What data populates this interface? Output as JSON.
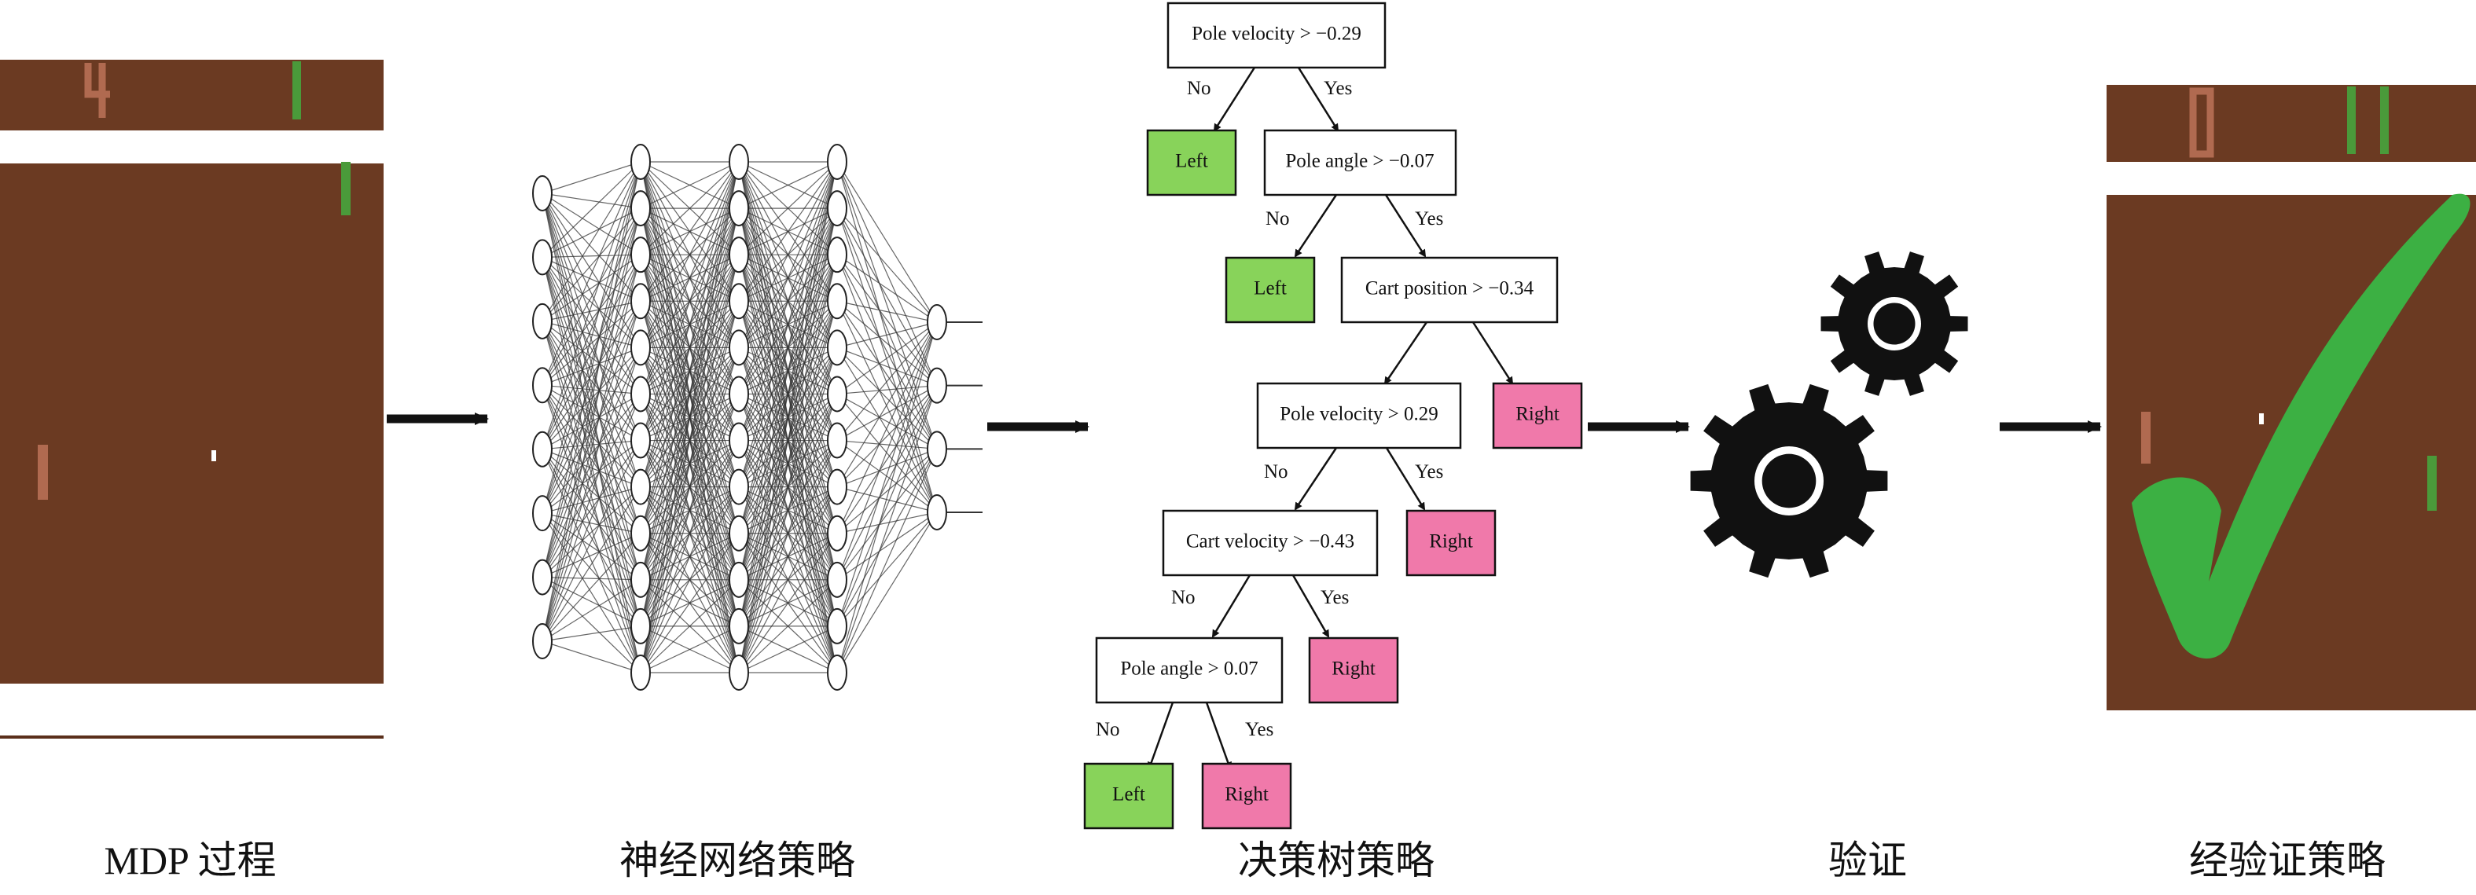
{
  "captions": {
    "mdp": "MDP 过程",
    "neural_policy": "神经网络策略",
    "tree_policy": "决策树策略",
    "verification": "验证",
    "verified_policy": "经验证策略"
  },
  "tree": {
    "no_label": "No",
    "yes_label": "Yes",
    "nodes": {
      "n1": "Pole velocity > −0.29",
      "n2": "Pole angle > −0.07",
      "n3": "Cart position > −0.34",
      "n4": "Pole velocity > 0.29",
      "n5": "Cart velocity > −0.43",
      "n6": "Pole angle > 0.07"
    },
    "leaves": {
      "l1": "Left",
      "l2": "Left",
      "l3": "Right",
      "l4": "Right",
      "l5": "Right",
      "l6": "Left",
      "l7": "Right"
    }
  },
  "colors": {
    "game_brown": "#6b3a22",
    "leaf_left": "#88d35a",
    "leaf_right": "#f079aa",
    "checkmark": "#3cb043",
    "gear": "#111111",
    "paddle_green": "#4a9a3a",
    "paddle_red": "#b06a50"
  },
  "icons": {
    "gears": "gear-icon",
    "check": "checkmark-icon",
    "arrows": "arrow-right-icon"
  }
}
